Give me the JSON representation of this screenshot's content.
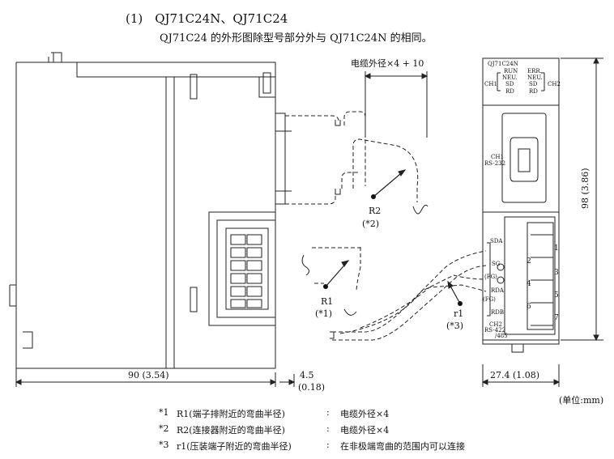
{
  "header": {
    "title": "(1)　QJ71C24N、QJ71C24",
    "subtitle": "QJ71C24 的外形图除型号部分外与 QJ71C24N 的相同。"
  },
  "dimensions": {
    "cable": "电缆外径×4 + 10",
    "side_width": "90 (3.54)",
    "connector_depth": "4.5",
    "connector_depth_in": "(0.18)",
    "front_width": "27.4 (1.08)",
    "height": "98 (3.86)",
    "unit": "(单位:mm)"
  },
  "radii": {
    "r2": "R2",
    "r2_note": "(*2)",
    "r1": "R1",
    "r1_note": "(*1)",
    "r1_small": "r1",
    "r1_small_note": "(*3)"
  },
  "front_panel": {
    "model": "QJ71C24N",
    "run": "RUN",
    "err": "ERR.",
    "neu": "NEU.",
    "sd": "SD",
    "rd": "RD",
    "ch1": "CH1",
    "ch2": "CH2",
    "ch1_port": "CH1",
    "ch1_port_type": "RS-232",
    "sda": "SDA",
    "sg": "SG",
    "fg": "(FG)",
    "rda": "RDA",
    "fg2": "(FG)",
    "rdb": "RDB",
    "ch2_port": "CH2",
    "ch2_port_type": "RS-422",
    "ch2_port_type2": "/485",
    "terminals": [
      "1",
      "2",
      "3",
      "4",
      "5",
      "6",
      "7"
    ]
  },
  "notes": [
    {
      "mark": "*1",
      "text": "R1(端子排附近的弯曲半径)",
      "sep": ":",
      "value": "电缆外径×4"
    },
    {
      "mark": "*2",
      "text": "R2(连接器附近的弯曲半径)",
      "sep": ":",
      "value": "电缆外径×4"
    },
    {
      "mark": "*3",
      "text": "r1(压装端子附近的弯曲半径)",
      "sep": ":",
      "value": "在非极端弯曲的范围内可以连接"
    }
  ]
}
